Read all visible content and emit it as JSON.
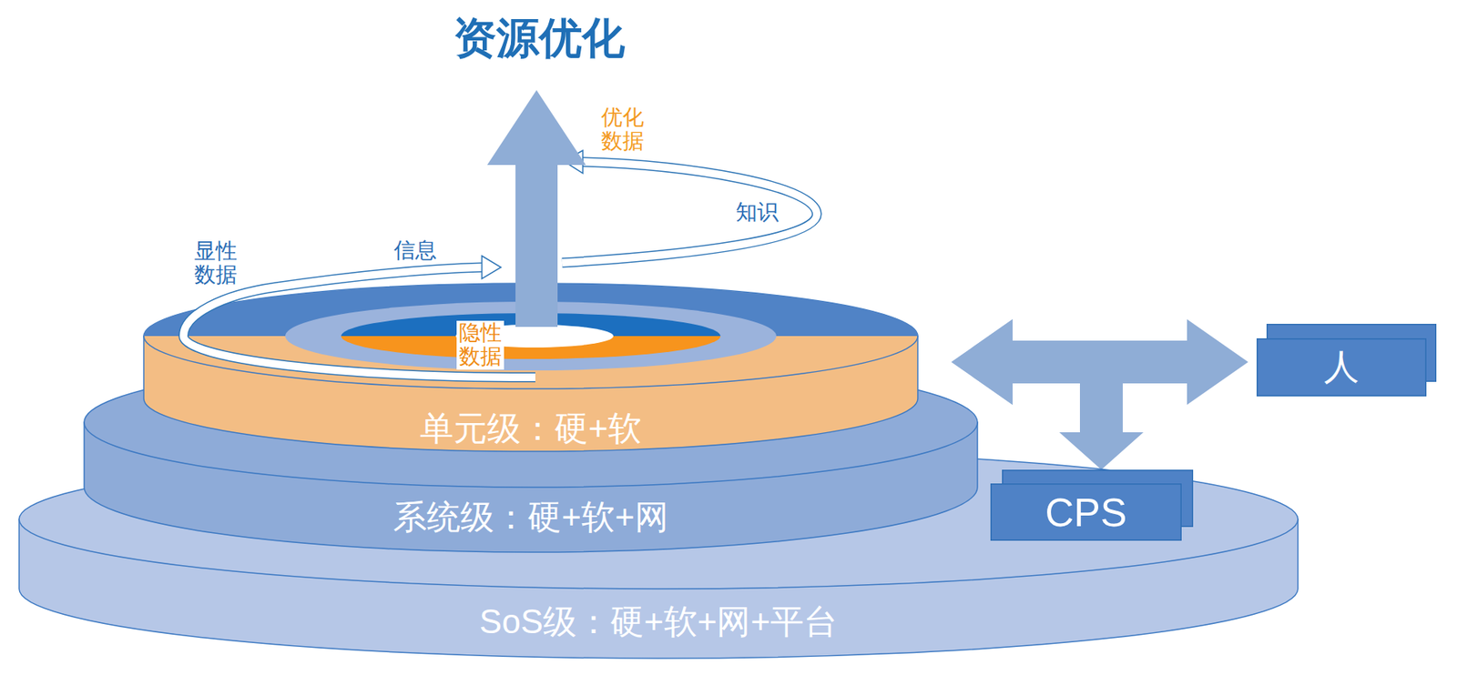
{
  "diagram": {
    "title": "资源优化",
    "nodes": [
      {
        "text": [
          "单元级：硬+软"
        ]
      },
      {
        "text": [
          "系统级：硬+软+网"
        ]
      },
      {
        "text": [
          "SoS级：硬+软+网+平台"
        ]
      },
      {
        "text": [
          "人"
        ]
      },
      {
        "text": [
          "CPS"
        ]
      }
    ],
    "edges": [
      {
        "from": 0,
        "to": 3,
        "arrow": "both"
      },
      {
        "from": 0,
        "to": 4,
        "arrow": "both"
      }
    ],
    "labels": [
      "显性 数据",
      "信息",
      "知识",
      "优化 数据",
      "隐性 数据"
    ]
  }
}
